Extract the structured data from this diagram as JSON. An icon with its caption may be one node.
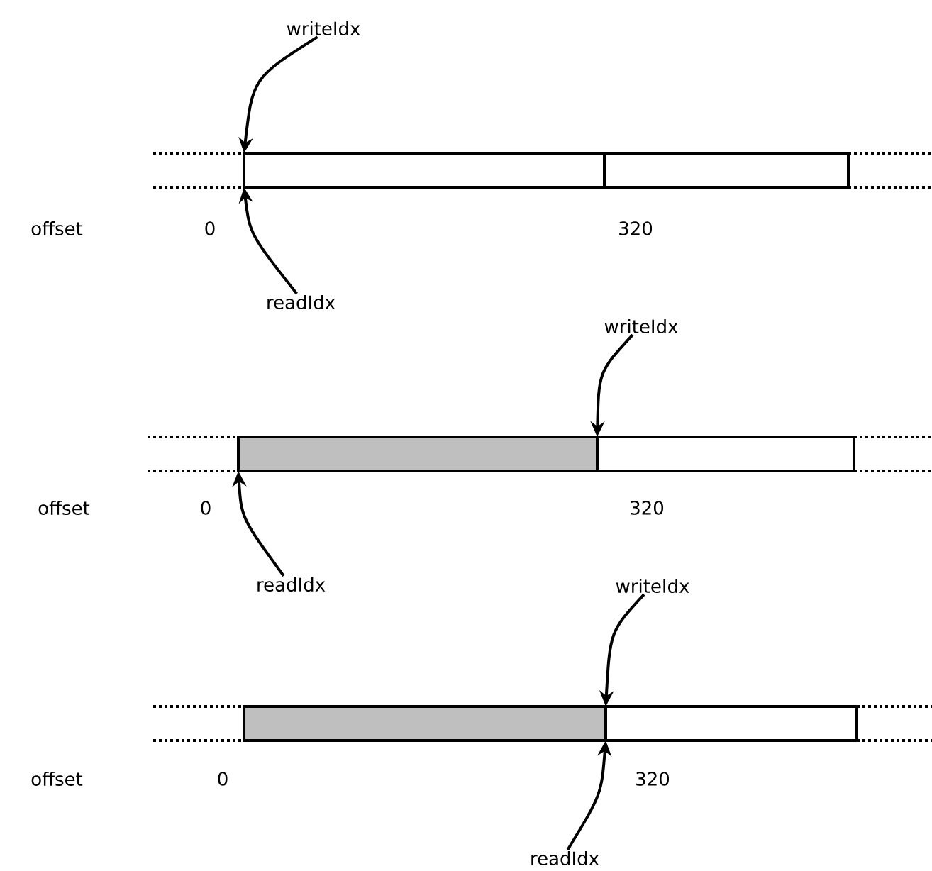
{
  "diagram": {
    "nodes": [
      {
        "text": [
          "writeIdx"
        ]
      },
      {
        "text": [],
        "shape": "box"
      },
      {
        "text": [],
        "shape": "box"
      },
      {
        "text": [
          "readIdx"
        ]
      },
      {
        "text": [
          "writeIdx"
        ]
      },
      {
        "text": [],
        "shape": "box"
      },
      {
        "text": [],
        "shape": "box"
      },
      {
        "text": [
          "readIdx"
        ]
      },
      {
        "text": [
          "writeIdx"
        ]
      },
      {
        "text": [],
        "shape": "box"
      },
      {
        "text": [],
        "shape": "box"
      },
      {
        "text": [
          "readIdx"
        ]
      }
    ],
    "edges": [
      {
        "from": 0,
        "to": 1,
        "arrow": "to"
      },
      {
        "from": 3,
        "to": 1,
        "arrow": "to"
      },
      {
        "from": 4,
        "to": 5,
        "arrow": "to"
      },
      {
        "from": 7,
        "to": 5,
        "arrow": "to"
      },
      {
        "from": 8,
        "to": 9,
        "arrow": "to"
      },
      {
        "from": 11,
        "to": 9,
        "arrow": "to"
      }
    ],
    "labels": [
      "offset",
      "0",
      "320",
      "offset",
      "0",
      "320",
      "offset",
      "0",
      "320"
    ]
  }
}
